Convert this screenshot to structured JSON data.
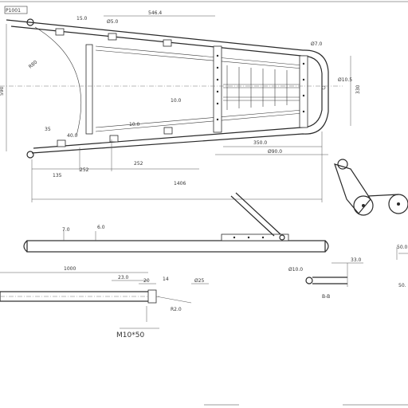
{
  "drawing": {
    "colors": {
      "line": "#2a2a2a",
      "dim": "#555555",
      "background": "#ffffff"
    },
    "labels": {
      "p1": "P1001",
      "d15": "15.0",
      "d5": "Ø5.0",
      "d546": "546.4",
      "d590": "590",
      "r80": "R80",
      "d7": "Ø7.0",
      "d105": "Ø10.5",
      "d330": "330",
      "d350": "350.0",
      "d390": "Ø90.0",
      "d35": "35",
      "d40": "40.0",
      "d10a": "10.0",
      "d10b": "10.0",
      "d135": "135",
      "d252a": "252",
      "d252b": "252",
      "d1406": "1406",
      "d7b": "7.0",
      "d6": "6.0",
      "d1000": "1000",
      "d23": "23.0",
      "d20": "20",
      "d14": "14",
      "d25": "Ø25",
      "r2": "R2.0",
      "m10": "M10*50",
      "d10c": "Ø10.0",
      "d33": "33.0",
      "d50a": "50.0",
      "d50b": "50.",
      "bb": "B-B"
    }
  }
}
